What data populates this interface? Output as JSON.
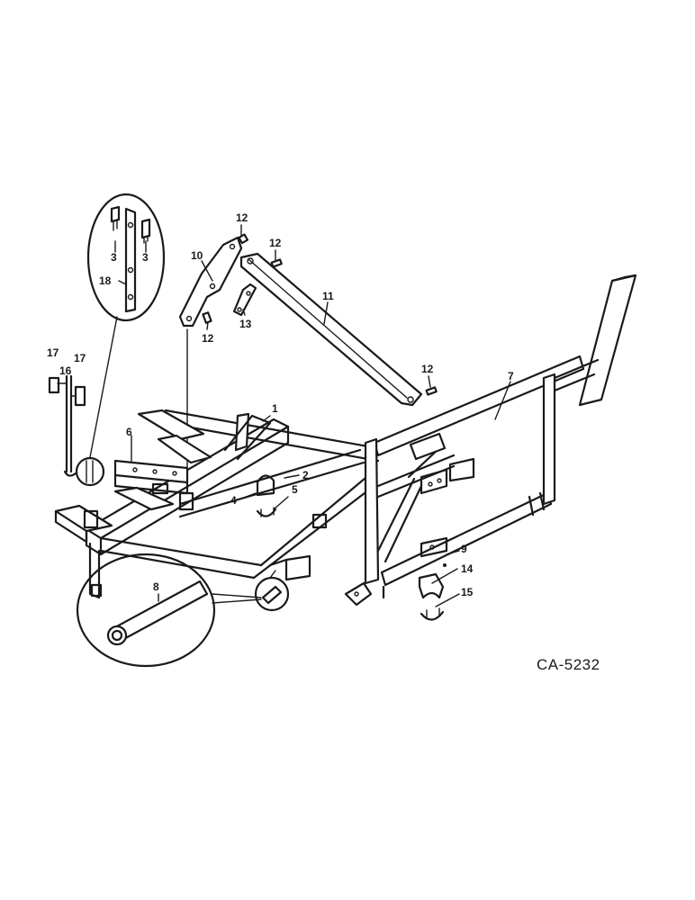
{
  "drawing_number": "CA-5232",
  "callouts": {
    "c1": "1",
    "c2": "2",
    "c3a": "3",
    "c3b": "3",
    "c4": "4",
    "c5": "5",
    "c6": "6",
    "c7": "7",
    "c8": "8",
    "c9": "9",
    "c10": "10",
    "c11": "11",
    "c12a": "12",
    "c12b": "12",
    "c12c": "12",
    "c12d": "12",
    "c13": "13",
    "c14": "14",
    "c15": "15",
    "c16": "16",
    "c17a": "17",
    "c17b": "17",
    "c18": "18"
  }
}
